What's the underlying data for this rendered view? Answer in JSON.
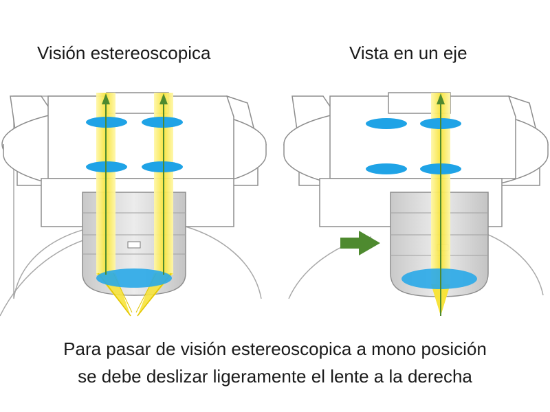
{
  "diagram": {
    "left_title": "Visión estereoscopica",
    "right_title": "Vista en un eje",
    "caption_line1": "Para pasar de visión estereoscopica a mono  posición",
    "caption_line2": "se debe deslizar ligeramente el lente a la derecha",
    "colors": {
      "beam": "#f9e64f",
      "beam_edge": "#fff7a8",
      "arrow": "#4e8a2f",
      "lens": "#1fa3e6",
      "outline": "#8d8d8d",
      "body_fill": "#ffffff",
      "barrel_fill": "#d9d9d9"
    }
  }
}
